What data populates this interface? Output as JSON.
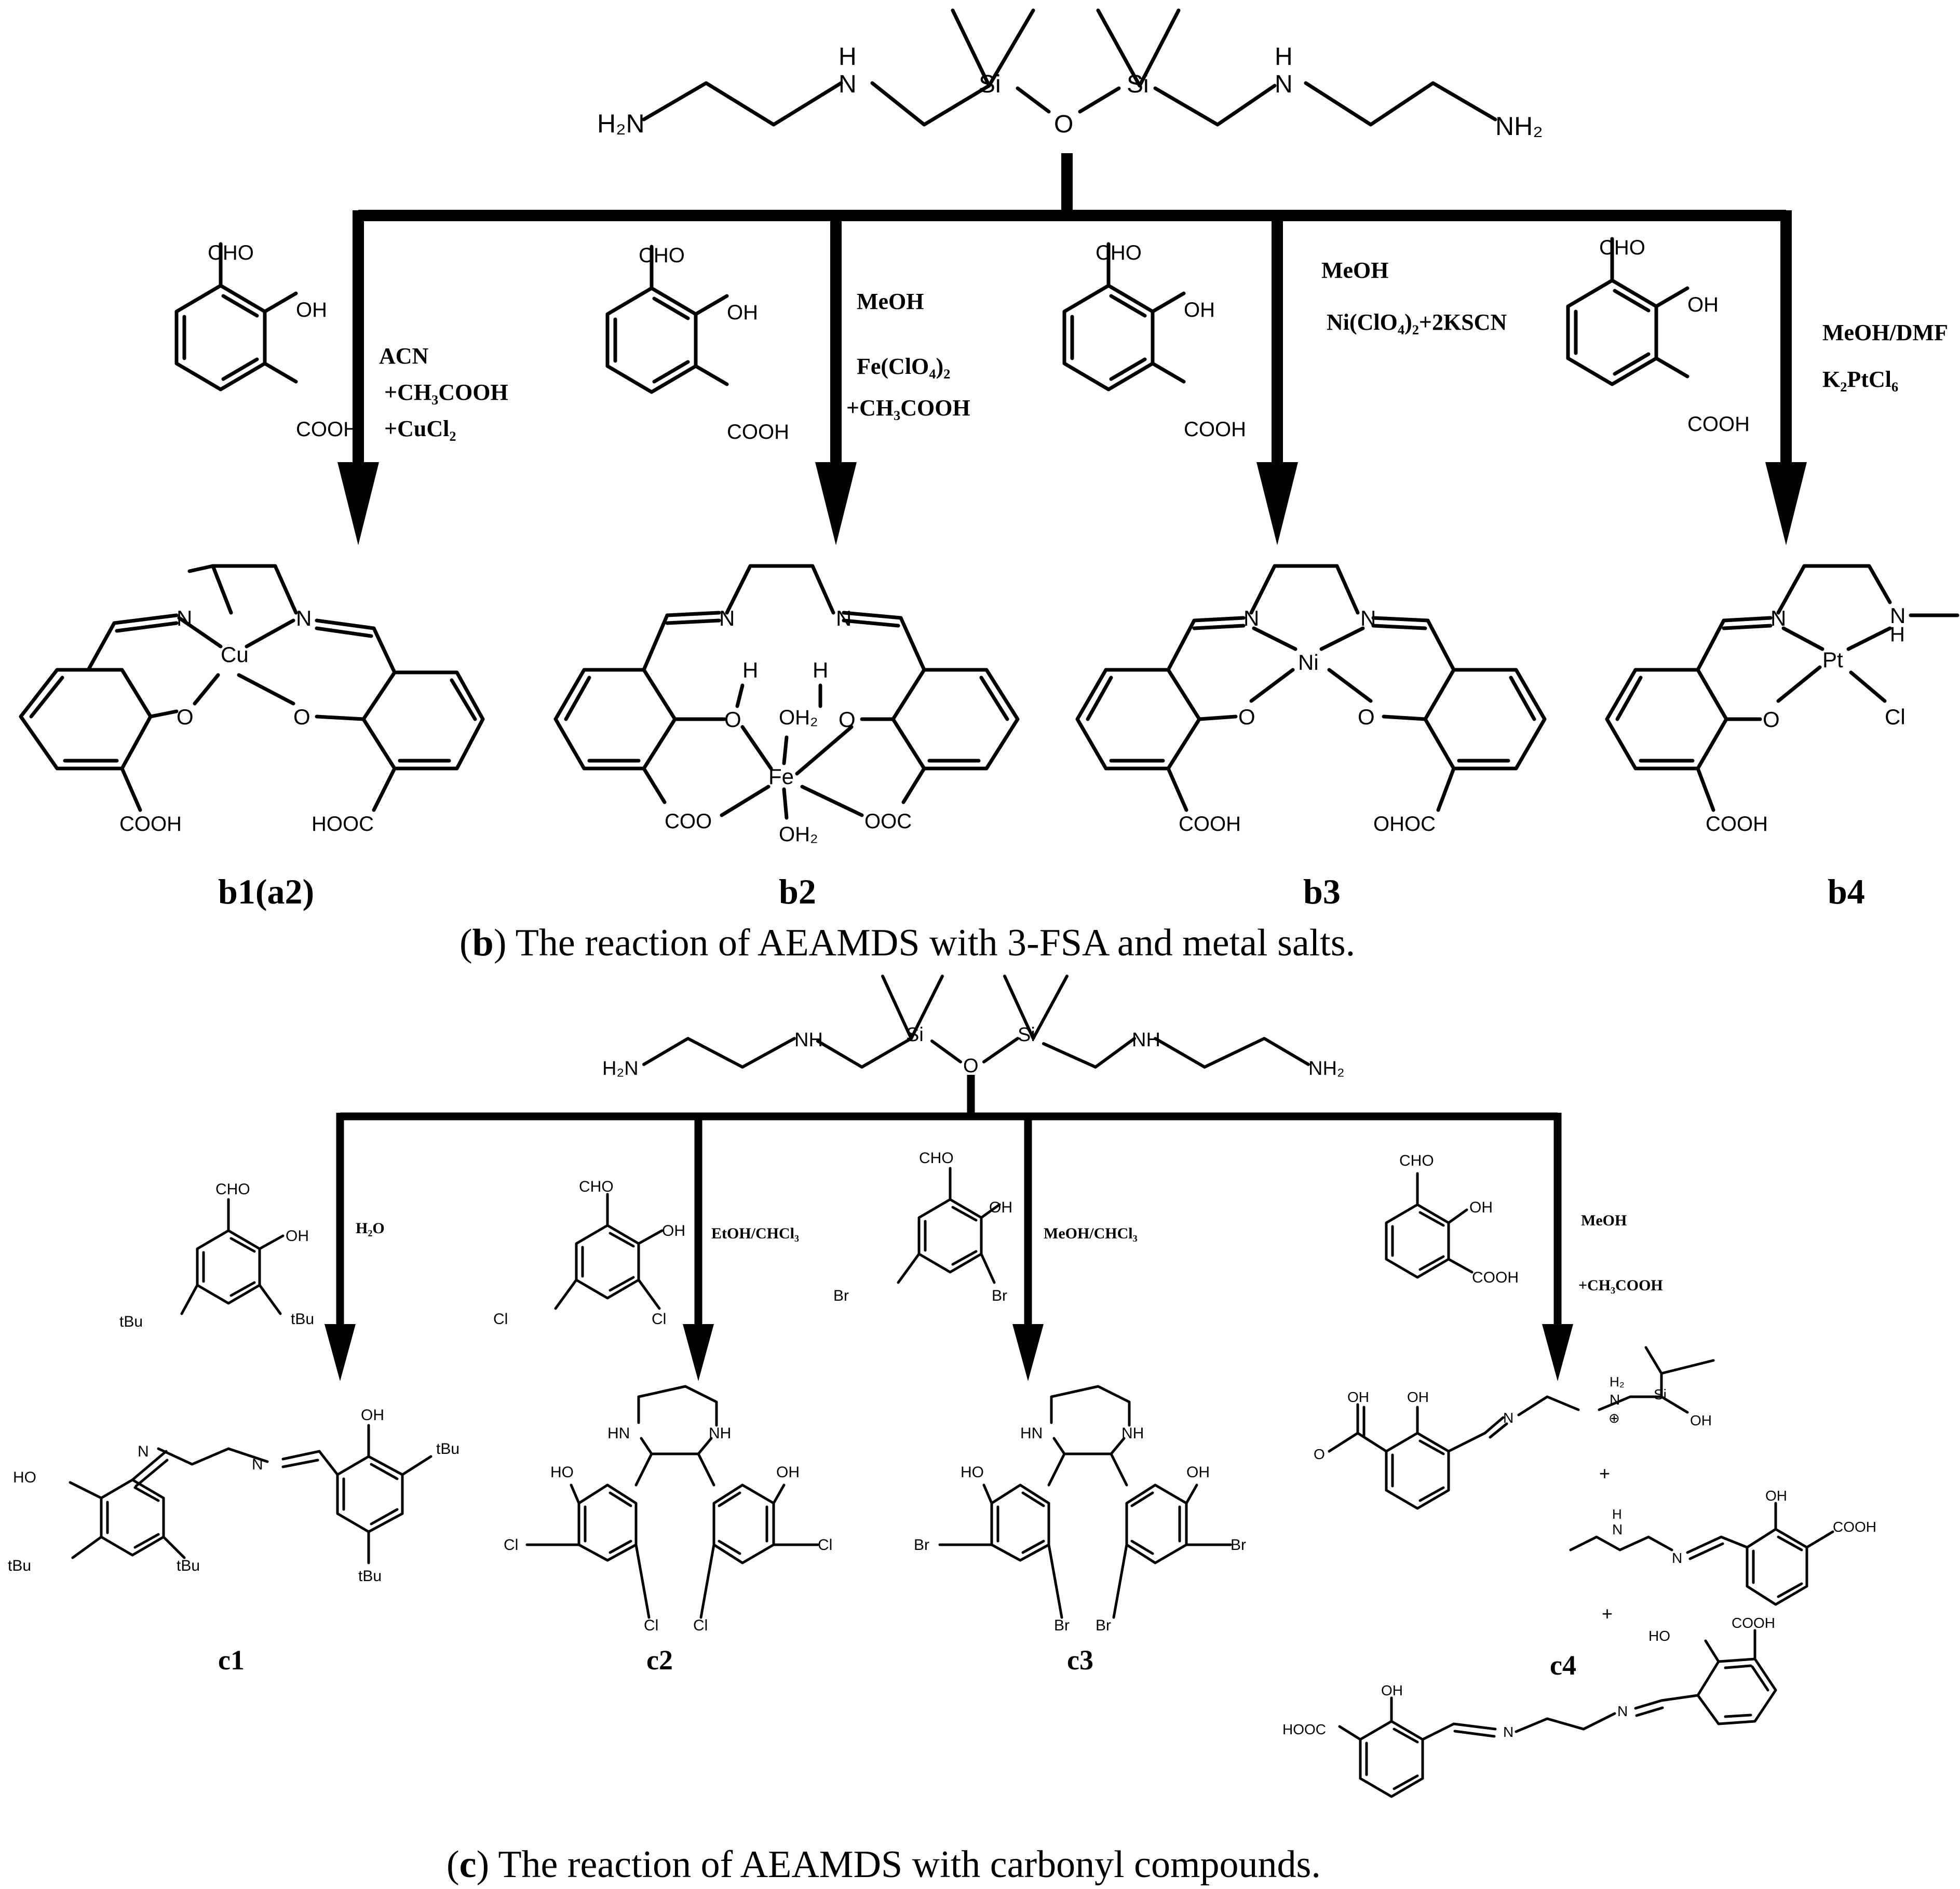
{
  "panel_b": {
    "reagent_atoms": {
      "si1": "Si",
      "si2": "Si",
      "o": "O",
      "nh1": "H",
      "n1": "N",
      "nh2": "H",
      "n2": "N"
    },
    "amine_left": "H₂N",
    "amine_right": "NH₂",
    "aldehyde": {
      "cho": "CHO",
      "oh": "OH",
      "cooh": "COOH"
    },
    "conditions": {
      "b1": {
        "l1": "ACN",
        "l2": "+CH₃COOH",
        "l3": "+CuCl₂"
      },
      "b2": {
        "l1": "MeOH",
        "l2": "Fe(ClO₄)₂",
        "l3": "+CH₃COOH"
      },
      "b3": {
        "l1": "MeOH",
        "l2": "Ni(ClO₄)₂+2KSCN"
      },
      "b4": {
        "l1": "MeOH/DMF",
        "l2": "K₂PtCl₆"
      }
    },
    "products": {
      "b1": {
        "label": "b1(a2)",
        "metal": "Cu",
        "n": "N",
        "o": "O",
        "cooh_left": "COOH",
        "cooh_right": "HOOC"
      },
      "b2": {
        "label": "b2",
        "metal": "Fe",
        "n": "N",
        "o": "O",
        "h": "H",
        "water": "OH₂",
        "coo_left": "COO",
        "coo_right": "OOC"
      },
      "b3": {
        "label": "b3",
        "metal": "Ni",
        "n": "N",
        "o": "O",
        "cooh_left": "COOH",
        "cooh_right": "OHOC"
      },
      "b4": {
        "label": "b4",
        "metal": "Pt",
        "n": "N",
        "nh_n": "N",
        "nh_h": "H",
        "o": "O",
        "cl": "Cl",
        "cooh": "COOH"
      }
    },
    "caption": {
      "letter": "b",
      "text": ") The reaction of AEAMDS with 3-FSA and metal salts."
    }
  },
  "panel_c": {
    "reagents": {
      "c1": {
        "cho": "CHO",
        "oh": "OH",
        "sub_left": "tBu",
        "sub_right": "tBu"
      },
      "c2": {
        "cho": "CHO",
        "oh": "OH",
        "sub_left": "Cl",
        "sub_right": "Cl"
      },
      "c3": {
        "cho": "CHO",
        "oh": "OH",
        "sub_left": "Br",
        "sub_right": "Br"
      },
      "c4": {
        "cho": "CHO",
        "oh": "OH",
        "cooh": "COOH"
      }
    },
    "conditions": {
      "c1": {
        "l1": "H₂O"
      },
      "c2": {
        "l1": "EtOH/CHCl₃"
      },
      "c3": {
        "l1": "MeOH/CHCl₃"
      },
      "c4": {
        "l1": "MeOH",
        "l2": "+CH₃COOH"
      }
    },
    "products": {
      "c1": {
        "label": "c1",
        "n": "N",
        "ho": "HO",
        "oh": "OH",
        "tbu": "tBu"
      },
      "c2": {
        "label": "c2",
        "hn": "HN",
        "nh": "NH",
        "ho": "HO",
        "oh": "OH",
        "x": "Cl"
      },
      "c3": {
        "label": "c3",
        "hn": "HN",
        "nh": "NH",
        "ho": "HO",
        "oh": "OH",
        "x": "Br"
      },
      "c4": {
        "label": "c4",
        "n": "N",
        "o": "O",
        "oh": "OH",
        "ho": "HO",
        "h2": "H₂",
        "plus_charge": "⊕",
        "si": "Si",
        "cooh": "COOH",
        "hooc": "HOOC",
        "plus": "+"
      }
    },
    "caption": {
      "letter": "c",
      "text": ") The reaction of AEAMDS with carbonyl compounds."
    }
  }
}
